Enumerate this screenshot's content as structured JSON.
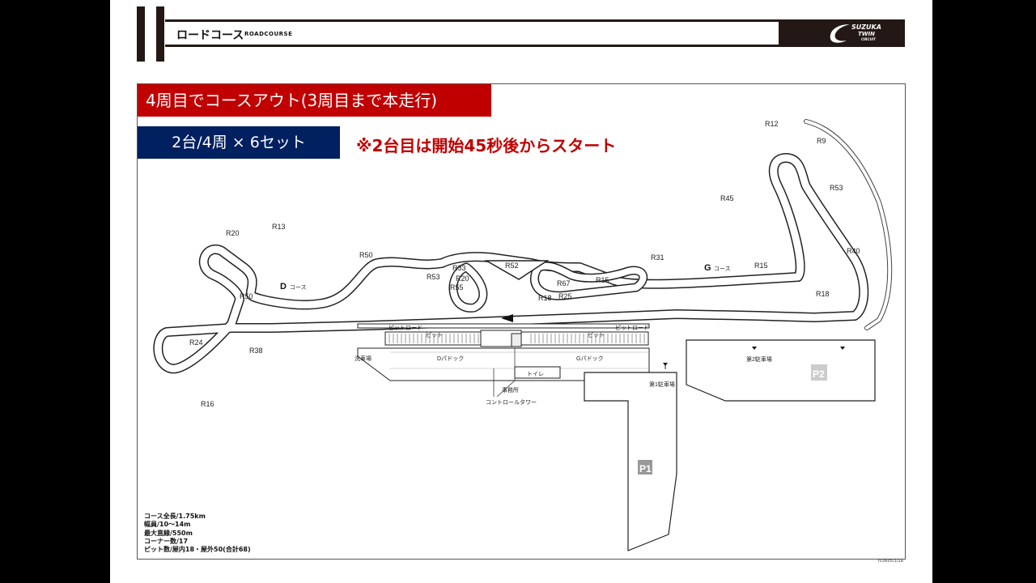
{
  "header": {
    "title_ja": "ロードコース",
    "title_en": "ROADCOURSE",
    "logo_line1": "SUZUKA",
    "logo_line2": "TWIN",
    "logo_line3": "CIRCUIT"
  },
  "banner": {
    "red": "4周目でコースアウト(3周目まで本走行)",
    "navy": "2台/4周 × 6セット",
    "note": "※2台目は開始45秒後からスタート"
  },
  "map": {
    "course_d": "D",
    "course_g": "G",
    "course_suffix": "コース",
    "corners": {
      "r12": "R12",
      "r9": "R9",
      "r53a": "R53",
      "r45": "R45",
      "r40": "R40",
      "r15a": "R15",
      "r18a": "R18",
      "r31": "R31",
      "r52": "R52",
      "r15b": "R15",
      "r67": "R67",
      "r25": "R25",
      "r18b": "R18",
      "r33": "R33",
      "r20a": "R20",
      "r53b": "R53",
      "r55": "R55",
      "r50a": "R50",
      "r13": "R13",
      "r20b": "R20",
      "r50b": "R50",
      "r24": "R24",
      "r38": "R38",
      "r16": "R16"
    },
    "pit_road_left": "ピットロード",
    "pit_road_right": "ピットロード",
    "pit_left": "ピット",
    "pit_right": "ピット",
    "d_paddock": "Dパドック",
    "g_paddock": "Gパドック",
    "car_wash": "洗車場",
    "toilet": "トイレ",
    "office": "事務所",
    "control_tower": "コントロールタワー",
    "parking1": "第1駐車場",
    "parking2": "第2駐車場",
    "p1": "P1",
    "p2": "P2"
  },
  "specs": [
    "コース全長/1.75km",
    "幅員/10～14m",
    "最大直線/550m",
    "コーナー数/17",
    "ピット数/屋内18・屋外50(合計68)"
  ],
  "doc_code": "TC0605/1/1a"
}
